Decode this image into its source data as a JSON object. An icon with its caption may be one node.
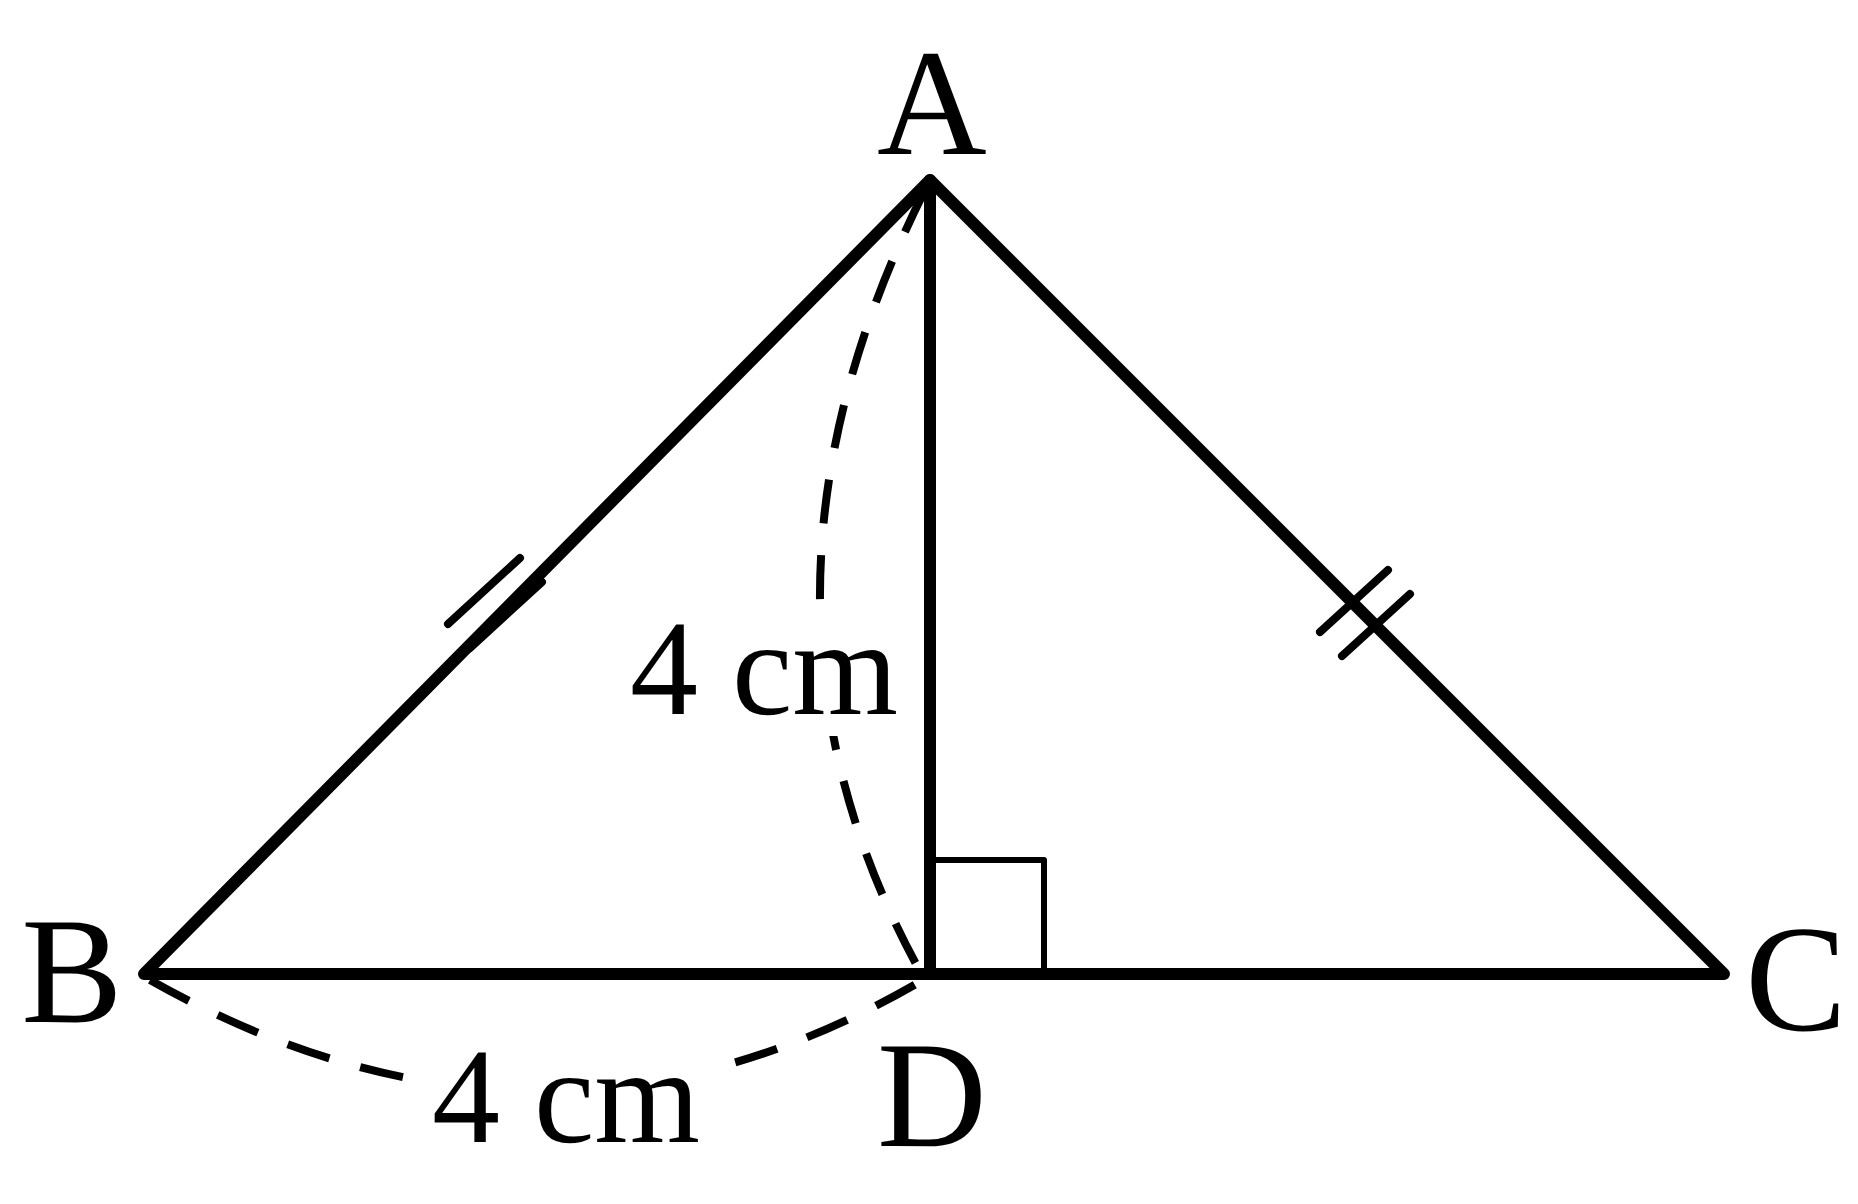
{
  "diagram": {
    "labels": [
      "A",
      "B",
      "C",
      "D",
      "4 cm",
      "4 cm"
    ]
  }
}
